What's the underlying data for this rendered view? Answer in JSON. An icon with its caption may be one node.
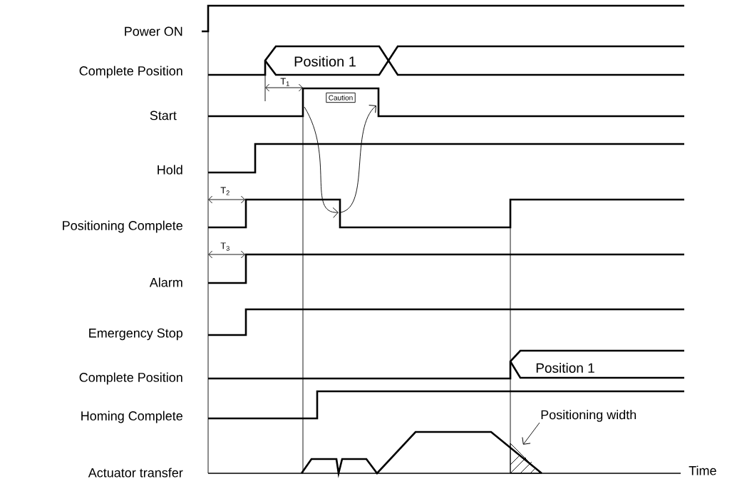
{
  "diagram": {
    "nodes": [
      {
        "text": [
          "Caution"
        ]
      },
      {
        "text": [
          "Positioning width"
        ]
      },
      {
        "text": [],
        "shape": "triangle"
      }
    ],
    "edges": [
      {
        "from": 1,
        "to": 2,
        "arrow": "to"
      }
    ],
    "labels": [
      "Power ON",
      "Complete Position",
      "Position 1",
      "T$_{1}$",
      "Start",
      "Hold",
      "T$_{2}$",
      "Positioning Complete",
      "T$_{3}$",
      "Alarm",
      "Emergency Stop",
      "Complete Position",
      "Position 1",
      "Homing Complete",
      "Actuator transfer",
      "Time"
    ]
  }
}
